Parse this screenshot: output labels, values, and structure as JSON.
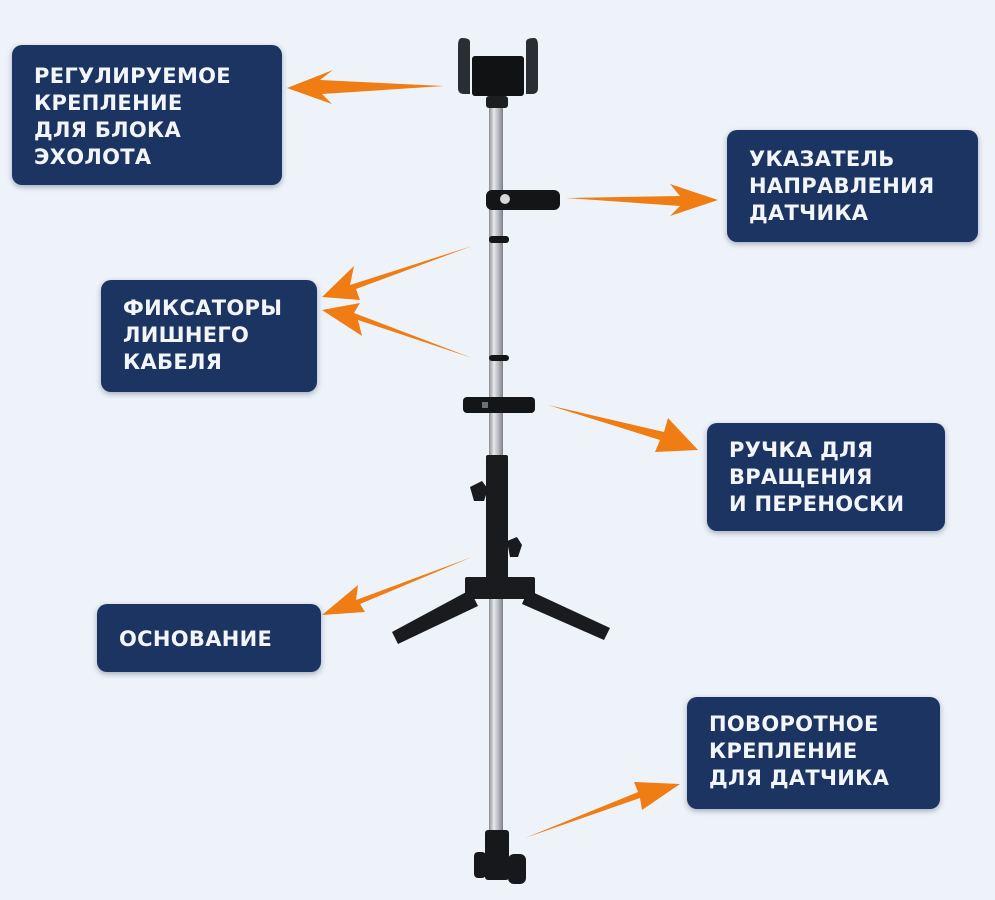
{
  "diagram": {
    "subject": "fishfinder transducer pole mount",
    "accent_color": "#f07d14",
    "label_bg_color": "#1c3461",
    "label_text_color": "#f2f5fa",
    "background_color": "#eef3f9",
    "labels": [
      {
        "id": "mount",
        "lines": [
          "РЕГУЛИРУЕМОЕ",
          "КРЕПЛЕНИЕ",
          "ДЛЯ БЛОКА",
          "ЭХОЛОТА"
        ]
      },
      {
        "id": "pointer",
        "lines": [
          "УКАЗАТЕЛЬ",
          "НАПРАВЛЕНИЯ",
          "ДАТЧИКА"
        ]
      },
      {
        "id": "clips",
        "lines": [
          "ФИКСАТОРЫ",
          "ЛИШНЕГО",
          "КАБЕЛЯ"
        ]
      },
      {
        "id": "handle",
        "lines": [
          "РУЧКА ДЛЯ",
          "ВРАЩЕНИЯ",
          "И ПЕРЕНОСКИ"
        ]
      },
      {
        "id": "base",
        "lines": [
          "ОСНОВАНИЕ"
        ]
      },
      {
        "id": "swivel",
        "lines": [
          "ПОВОРОТНОЕ",
          "КРЕПЛЕНИЕ",
          "ДЛЯ ДАТЧИКА"
        ]
      }
    ]
  }
}
